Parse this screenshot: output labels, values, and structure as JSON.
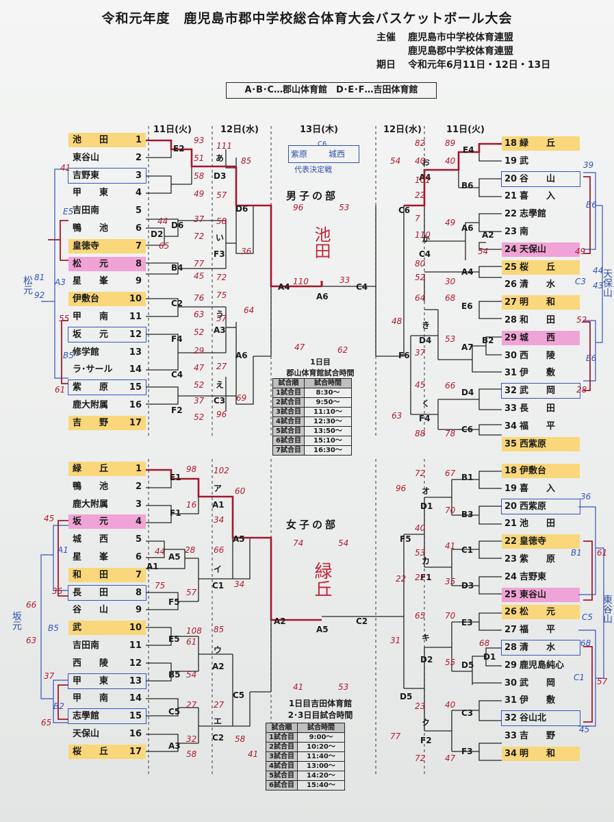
{
  "header": {
    "title": "令和元年度　鹿児島市郡中学校総合体育大会バスケットボール大会",
    "host_label": "主催",
    "host1": "鹿児島市中学校体育連盟",
    "host2": "鹿児島郡中学校体育連盟",
    "date_label": "期日",
    "date": "令和元年6月11日・12日・13日",
    "venues": "A･B･C…郡山体育館　D･E･F…吉田体育館"
  },
  "columns": {
    "d11": "11日(火)",
    "d12": "12日(水)",
    "d13": "13日(木)"
  },
  "sections": {
    "boys": "男子の部",
    "girls": "女子の部"
  },
  "handwritten": {
    "boys_champion": "池田",
    "girls_champion": "緑丘",
    "rep_box_left": "紫原",
    "rep_box_code": "C6",
    "rep_box_right": "城西",
    "rep_note": "代表決定戦",
    "matsumoto": "松元",
    "tenposan": "天保山",
    "sakamoto": "坂元",
    "higashitaniyama": "東谷山"
  },
  "boys_left": [
    {
      "no": "1",
      "name": "池　　田",
      "hl": "y"
    },
    {
      "no": "2",
      "name": "東谷山",
      "hl": ""
    },
    {
      "no": "3",
      "name": "吉野東",
      "hl": "b"
    },
    {
      "no": "4",
      "name": "甲　　東",
      "hl": ""
    },
    {
      "no": "5",
      "name": "吉田南",
      "hl": ""
    },
    {
      "no": "6",
      "name": "鴨　　池",
      "hl": ""
    },
    {
      "no": "7",
      "name": "皇徳寺",
      "hl": "y"
    },
    {
      "no": "8",
      "name": "松　　元",
      "hl": "p"
    },
    {
      "no": "9",
      "name": "星　　峯",
      "hl": ""
    },
    {
      "no": "10",
      "name": "伊敷台",
      "hl": "y"
    },
    {
      "no": "11",
      "name": "甲　　南",
      "hl": ""
    },
    {
      "no": "12",
      "name": "坂　　元",
      "hl": "b"
    },
    {
      "no": "13",
      "name": "修学館",
      "hl": ""
    },
    {
      "no": "14",
      "name": "ラ･サール",
      "hl": ""
    },
    {
      "no": "15",
      "name": "紫　　原",
      "hl": "b"
    },
    {
      "no": "16",
      "name": "鹿大附属",
      "hl": ""
    },
    {
      "no": "17",
      "name": "吉　　野",
      "hl": "y"
    }
  ],
  "boys_right": [
    {
      "no": "18",
      "name": "緑　　丘",
      "hl": "y"
    },
    {
      "no": "19",
      "name": "武",
      "hl": ""
    },
    {
      "no": "20",
      "name": "谷　　山",
      "hl": "b"
    },
    {
      "no": "21",
      "name": "喜　　入",
      "hl": ""
    },
    {
      "no": "22",
      "name": "志學館",
      "hl": ""
    },
    {
      "no": "23",
      "name": "南",
      "hl": ""
    },
    {
      "no": "24",
      "name": "天保山",
      "hl": "p"
    },
    {
      "no": "25",
      "name": "桜　　丘",
      "hl": "y"
    },
    {
      "no": "26",
      "name": "清　　水",
      "hl": ""
    },
    {
      "no": "27",
      "name": "明　　和",
      "hl": "y"
    },
    {
      "no": "28",
      "name": "和　　田",
      "hl": ""
    },
    {
      "no": "29",
      "name": "城　　西",
      "hl": "p"
    },
    {
      "no": "30",
      "name": "西　　陵",
      "hl": ""
    },
    {
      "no": "31",
      "name": "伊　　敷",
      "hl": ""
    },
    {
      "no": "32",
      "name": "武　　岡",
      "hl": "b"
    },
    {
      "no": "33",
      "name": "長　　田",
      "hl": ""
    },
    {
      "no": "34",
      "name": "福　　平",
      "hl": ""
    },
    {
      "no": "35",
      "name": "西紫原",
      "hl": "y"
    }
  ],
  "girls_left": [
    {
      "no": "1",
      "name": "緑　　丘",
      "hl": "y"
    },
    {
      "no": "2",
      "name": "鴨　　池",
      "hl": ""
    },
    {
      "no": "3",
      "name": "鹿大附属",
      "hl": ""
    },
    {
      "no": "4",
      "name": "坂　　元",
      "hl": "p"
    },
    {
      "no": "5",
      "name": "城　　西",
      "hl": ""
    },
    {
      "no": "6",
      "name": "星　　峯",
      "hl": ""
    },
    {
      "no": "7",
      "name": "和　　田",
      "hl": "y"
    },
    {
      "no": "8",
      "name": "長　　田",
      "hl": "b"
    },
    {
      "no": "9",
      "name": "谷　　山",
      "hl": ""
    },
    {
      "no": "10",
      "name": "武",
      "hl": "y"
    },
    {
      "no": "11",
      "name": "吉田南",
      "hl": ""
    },
    {
      "no": "12",
      "name": "西　　陵",
      "hl": ""
    },
    {
      "no": "13",
      "name": "甲　　東",
      "hl": "b"
    },
    {
      "no": "14",
      "name": "甲　　南",
      "hl": ""
    },
    {
      "no": "15",
      "name": "志學館",
      "hl": "b"
    },
    {
      "no": "16",
      "name": "天保山",
      "hl": ""
    },
    {
      "no": "17",
      "name": "桜　　丘",
      "hl": "y"
    }
  ],
  "girls_right": [
    {
      "no": "18",
      "name": "伊敷台",
      "hl": "y"
    },
    {
      "no": "19",
      "name": "喜　　入",
      "hl": ""
    },
    {
      "no": "20",
      "name": "西紫原",
      "hl": "b"
    },
    {
      "no": "21",
      "name": "池　　田",
      "hl": ""
    },
    {
      "no": "22",
      "name": "皇徳寺",
      "hl": "y"
    },
    {
      "no": "23",
      "name": "紫　　原",
      "hl": ""
    },
    {
      "no": "24",
      "name": "吉野東",
      "hl": ""
    },
    {
      "no": "25",
      "name": "東谷山",
      "hl": "p"
    },
    {
      "no": "26",
      "name": "松　　元",
      "hl": "y"
    },
    {
      "no": "27",
      "name": "福　　平",
      "hl": ""
    },
    {
      "no": "28",
      "name": "清　　水",
      "hl": "b"
    },
    {
      "no": "29",
      "name": "鹿児島純心",
      "hl": ""
    },
    {
      "no": "30",
      "name": "武　　岡",
      "hl": ""
    },
    {
      "no": "31",
      "name": "伊　　敷",
      "hl": ""
    },
    {
      "no": "32",
      "name": "谷山北",
      "hl": "b"
    },
    {
      "no": "33",
      "name": "吉　　野",
      "hl": ""
    },
    {
      "no": "34",
      "name": "明　　和",
      "hl": "y"
    }
  ],
  "schedule_day1": {
    "caption1": "1日目",
    "caption2": "郡山体育館試合時間",
    "headers": [
      "試合順",
      "試合時間"
    ],
    "rows": [
      [
        "1試合目",
        "8:30～"
      ],
      [
        "2試合目",
        "9:50～"
      ],
      [
        "3試合目",
        "11:10～"
      ],
      [
        "4試合目",
        "12:30～"
      ],
      [
        "5試合目",
        "13:50～"
      ],
      [
        "6試合目",
        "15:10～"
      ],
      [
        "7試合目",
        "16:30～"
      ]
    ]
  },
  "schedule_day23": {
    "caption1": "1日目吉田体育館",
    "caption2": "2･3日目試合時間",
    "headers": [
      "試合順",
      "試合時間"
    ],
    "rows": [
      [
        "1試合目",
        "9:00～"
      ],
      [
        "2試合目",
        "10:20～"
      ],
      [
        "3試合目",
        "11:40～"
      ],
      [
        "4試合目",
        "13:00～"
      ],
      [
        "5試合目",
        "14:20～"
      ],
      [
        "6試合目",
        "15:40～"
      ]
    ]
  },
  "codes": {
    "bE2": "E2",
    "bF6": "F6",
    "bD6a": "D6",
    "bD2": "D2",
    "bB4": "B4",
    "bC2": "C2",
    "bF4": "F4",
    "bC4": "C4",
    "bF2": "F2",
    "bA": "あ",
    "bD3": "D3",
    "bI": "い",
    "bF3": "F3",
    "bU": "う",
    "bA3": "A3",
    "bE": "え",
    "bC3": "C3",
    "bD6": "D6",
    "bA6l": "A6",
    "bA4": "A4",
    "bA6": "A6",
    "bE4": "E4",
    "bB6": "B6",
    "bA6r": "A6",
    "bA2": "A2",
    "bA4r": "A4",
    "bE6": "E6",
    "bB2": "B2",
    "bA7": "A7",
    "bD4r": "D4",
    "bC6r": "C6",
    "bO": "お",
    "bA4o": "A4",
    "bKa": "か",
    "bC4k": "C4",
    "bKi": "き",
    "bD4": "D4",
    "bKu": "く",
    "bF4k": "F4",
    "bC6": "C6",
    "bC4c": "C4",
    "gE1": "E1",
    "gF1": "F1",
    "gA5s": "A5",
    "gA1": "A1",
    "gF5": "F5",
    "gE5": "E5",
    "gB5": "B5",
    "gC5": "C5",
    "gA3": "A3",
    "gAa": "ア",
    "gA1b": "A1",
    "gI": "イ",
    "gC1": "C1",
    "gU": "ウ",
    "gA2": "A2",
    "gE": "エ",
    "gC2": "C2",
    "gA5": "A5",
    "gC5b": "C5",
    "gA2f": "A2",
    "gA5f": "A5",
    "gB1": "B1",
    "gB3": "B3",
    "gC1r": "C1",
    "gD3": "D3",
    "gE3": "E3",
    "gD1": "D1",
    "gD5": "D5",
    "gC3": "C3",
    "gF3": "F3",
    "gO": "オ",
    "gD1b": "D1",
    "gKa": "カ",
    "gF1r": "F1",
    "gKi": "キ",
    "gD2": "D2",
    "gKu": "ク",
    "gF2": "F2",
    "gF5r": "F5",
    "gD5r": "D5",
    "gC2f": "C2"
  },
  "scores": {
    "b1": "93",
    "b2": "51",
    "b3": "58",
    "b4": "49",
    "b5": "44",
    "b6": "37",
    "b7": "72",
    "b8": "65",
    "b9": "77",
    "b10": "45",
    "b11": "76",
    "b12": "63",
    "b13": "52",
    "b14": "29",
    "b15": "47",
    "b16": "52",
    "b17": "37",
    "b18": "52",
    "b19": "111",
    "b20": "57",
    "b21": "58",
    "b22": "72",
    "b23": "75",
    "b24": "57",
    "b25": "27",
    "b26": "96",
    "b27": "85",
    "b28": "36",
    "b29": "64",
    "b30": "69",
    "b31": "96",
    "b32": "47",
    "b33": "110",
    "b34": "33",
    "b35": "53",
    "b36": "62",
    "b37": "82",
    "b38": "40",
    "b39": "101",
    "b40": "22",
    "b41": "7",
    "b42": "110",
    "b43": "80",
    "b44": "52",
    "b45": "64",
    "b46": "37",
    "b47": "48",
    "b48": "63",
    "b49": "45",
    "b50": "88",
    "b51": "89",
    "b52": "40",
    "b53": "49",
    "b54": "30",
    "b55": "68",
    "b56": "53",
    "b57": "66",
    "b58": "78",
    "b59": "54",
    "b60": "54",
    "g1": "98",
    "g2": "16",
    "g3": "44",
    "g4": "75",
    "g5": "57",
    "g6": "108",
    "g7": "54",
    "g8": "27",
    "g9": "32",
    "g10": "58",
    "g11": "102",
    "g12": "34",
    "g13": "28",
    "g14": "66",
    "g15": "34",
    "g16": "85",
    "g17": "61",
    "g18": "27",
    "g19": "60",
    "g20": "58",
    "g21": "74",
    "g22": "41",
    "g23": "41",
    "g24": "53",
    "g25": "54",
    "g26": "72",
    "g27": "40",
    "g28": "53",
    "g29": "22",
    "g30": "65",
    "g31": "55",
    "g32": "23",
    "g33": "72",
    "g34": "96",
    "g35": "22",
    "g36": "31",
    "g37": "77",
    "g38": "67",
    "g39": "70",
    "g40": "41",
    "g41": "35",
    "g42": "70",
    "g43": "68",
    "g44": "40",
    "g45": "47"
  },
  "side_scores": {
    "bl1": "41",
    "bl2": "E5",
    "bl3": "55",
    "bl4": "B5",
    "bl5": "61",
    "bl6": "A3",
    "bl7": "81",
    "bl8": "92",
    "br1": "39",
    "br2": "B6",
    "br3": "49",
    "br4": "44",
    "br5": "43",
    "br6": "C3",
    "br7": "52",
    "br8": "E6",
    "br9": "28",
    "gl1": "45",
    "gl2": "A1",
    "gl3": "36",
    "gl4": "37",
    "gl5": "B2",
    "gl6": "65",
    "gl7": "66",
    "gl8": "B5",
    "gl9": "63",
    "gr1": "36",
    "gr2": "B1",
    "gr3": "61",
    "gr4": "C5",
    "gr5": "68",
    "gr6": "C1",
    "gr7": "57",
    "gr8": "45"
  }
}
